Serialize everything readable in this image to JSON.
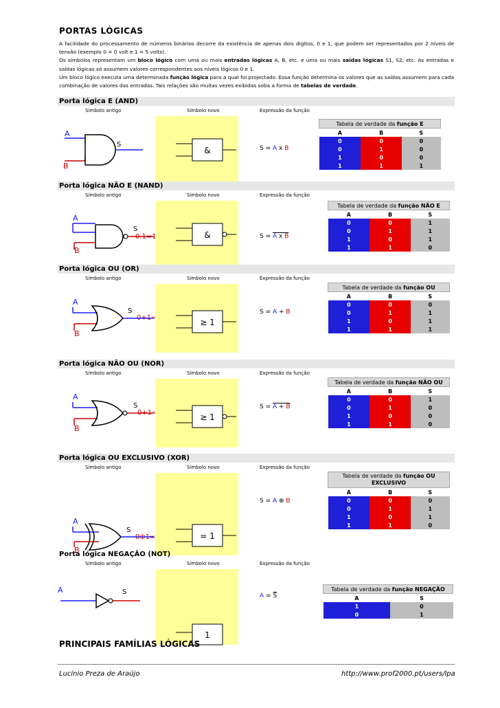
{
  "title": "PORTAS LÓGICAS",
  "intro": {
    "p1a": "A facilidade do processamento de números binários decorre da existência de apenas dois dígitos, 0 e 1, que podem ser representados por 2 níveis de tensão (exemplo 0 = 0 volt e 1 = 5 volts).",
    "p2a": "Os símbolos representam um ",
    "p2b": "bloco lógico",
    "p2c": " com uma ou mais ",
    "p2d": "entradas lógicas",
    "p2e": " A, B, etc. e uma ou mais ",
    "p2f": "saídas lógicas",
    "p2g": " S1, S2, etc. As entradas e saídas lógicas só assumem valores correspondentes aos níveis lógicos 0 e 1.",
    "p3a": "Um bloco lógico executa uma determinada ",
    "p3b": "função lógica",
    "p3c": " para a qual foi projectado. Essa função determina os valores que as saídas assumem para cada combinação de valores das entradas. Tais relações são muitas vezes exibidas soba a forma de ",
    "p3d": "tabelas de verdade",
    "p3e": "."
  },
  "labels": {
    "old": "Símbolo antigo",
    "new": "Símbolo novo",
    "expr": "Expressão da função",
    "tt_prefix": "Tabela de verdade da "
  },
  "colors": {
    "blue": "#1f1fd8",
    "red": "#e60000",
    "grey": "#bdbdbd",
    "yellow": "#ffff99",
    "header": "#e6e6e6"
  },
  "gates": {
    "and": {
      "title": "Porta lógica E (AND)",
      "symbol": "&",
      "expr": {
        "s": "S = ",
        "a": "A",
        "op": " x ",
        "b": "B"
      },
      "tt_fn": "função E",
      "cols": [
        "A",
        "B",
        "S"
      ],
      "rows": [
        [
          "0",
          "0",
          "0"
        ],
        [
          "0",
          "1",
          "0"
        ],
        [
          "1",
          "0",
          "0"
        ],
        [
          "1",
          "1",
          "1"
        ]
      ]
    },
    "nand": {
      "title": "Porta lógica NÃO E (NAND)",
      "symbol": "&",
      "expr": {
        "s": "S = ",
        "a": "A",
        "op": " x ",
        "b": "B"
      },
      "note": "0.1=1",
      "tt_fn": "função NÃO E",
      "cols": [
        "A",
        "B",
        "S"
      ],
      "rows": [
        [
          "0",
          "0",
          "1"
        ],
        [
          "0",
          "1",
          "1"
        ],
        [
          "1",
          "0",
          "1"
        ],
        [
          "1",
          "1",
          "0"
        ]
      ]
    },
    "or": {
      "title": "Porta lógica OU (OR)",
      "symbol": "≥ 1",
      "expr": {
        "s": "S = ",
        "a": "A",
        "op": " + ",
        "b": "B"
      },
      "note": "0+1=1",
      "tt_fn": "função OU",
      "cols": [
        "A",
        "B",
        "S"
      ],
      "rows": [
        [
          "0",
          "0",
          "0"
        ],
        [
          "0",
          "1",
          "1"
        ],
        [
          "1",
          "0",
          "1"
        ],
        [
          "1",
          "1",
          "1"
        ]
      ]
    },
    "nor": {
      "title": "Porta lógica NÃO OU (NOR)",
      "symbol": "≥ 1",
      "expr": {
        "s": "S = ",
        "a": "A",
        "op": " + ",
        "b": "B"
      },
      "note": "0+1=0",
      "tt_fn": "função NÃO OU",
      "cols": [
        "A",
        "B",
        "S"
      ],
      "rows": [
        [
          "0",
          "0",
          "1"
        ],
        [
          "0",
          "1",
          "0"
        ],
        [
          "1",
          "0",
          "0"
        ],
        [
          "1",
          "1",
          "0"
        ]
      ]
    },
    "xor": {
      "title": "Porta lógica  OU EXCLUSIVO (XOR)",
      "symbol": "= 1",
      "expr": {
        "s": "S = ",
        "a": "A",
        "op": " ⊕ ",
        "b": "B"
      },
      "note": "0⊕1=1",
      "tt_fn": "função OU",
      "tt_fn2": "EXCLUSIVO",
      "cols": [
        "A",
        "B",
        "S"
      ],
      "rows": [
        [
          "0",
          "0",
          "0"
        ],
        [
          "0",
          "1",
          "1"
        ],
        [
          "1",
          "0",
          "1"
        ],
        [
          "1",
          "1",
          "0"
        ]
      ]
    },
    "not": {
      "title": "Porta lógica  NEGAÇÃO (NOT)",
      "symbol": "1",
      "expr": {
        "a": "A",
        "eq": " = ",
        "s": "S"
      },
      "tt_fn": "função NEGAÇÃO",
      "cols": [
        "A",
        "S"
      ],
      "rows": [
        [
          "1",
          "0"
        ],
        [
          "0",
          "1"
        ]
      ]
    }
  },
  "pin": {
    "a": "A",
    "b": "B",
    "s": "S"
  },
  "families": "PRINCIPAIS FAMÍLIAS LÓGICAS",
  "footer": {
    "author": "Lucínio Preza de Araújo",
    "url": "http://www.prof2000.pt/users/lpa"
  }
}
